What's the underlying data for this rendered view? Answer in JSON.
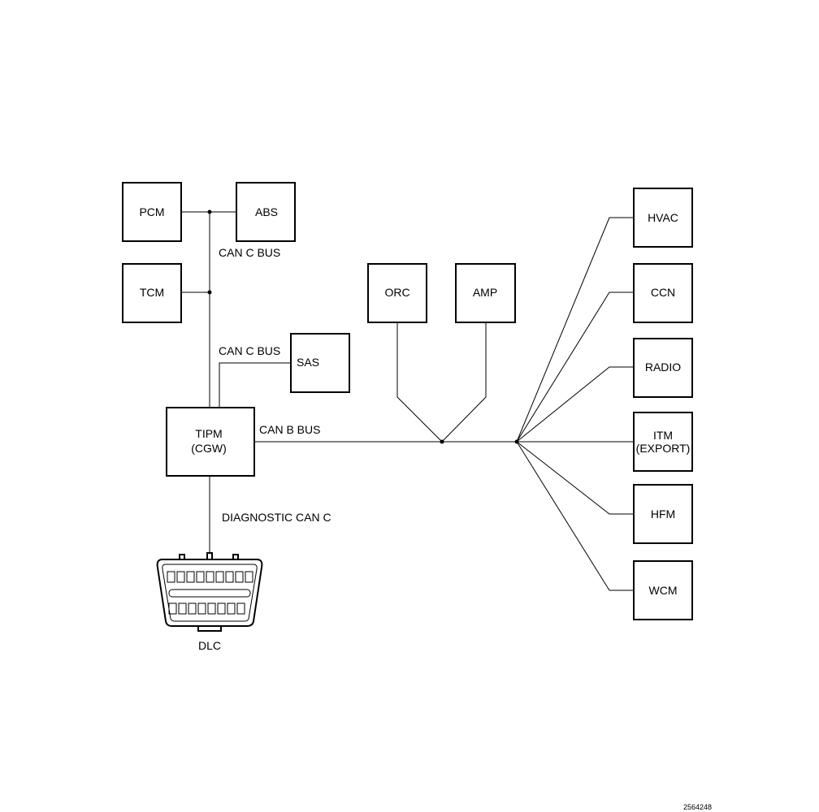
{
  "modules": {
    "pcm": "PCM",
    "abs": "ABS",
    "tcm": "TCM",
    "sas": "SAS",
    "tipm_line1": "TIPM",
    "tipm_line2": "(CGW)",
    "orc": "ORC",
    "amp": "AMP",
    "hvac": "HVAC",
    "ccn": "CCN",
    "radio": "RADIO",
    "itm_line1": "ITM",
    "itm_line2": "(EXPORT)",
    "hfm": "HFM",
    "wcm": "WCM"
  },
  "buses": {
    "can_c_upper": "CAN C BUS",
    "can_c_lower": "CAN C BUS",
    "can_b": "CAN B BUS",
    "diagnostic": "DIAGNOSTIC CAN C"
  },
  "connector": {
    "label": "DLC"
  },
  "figure_id": "2564248"
}
